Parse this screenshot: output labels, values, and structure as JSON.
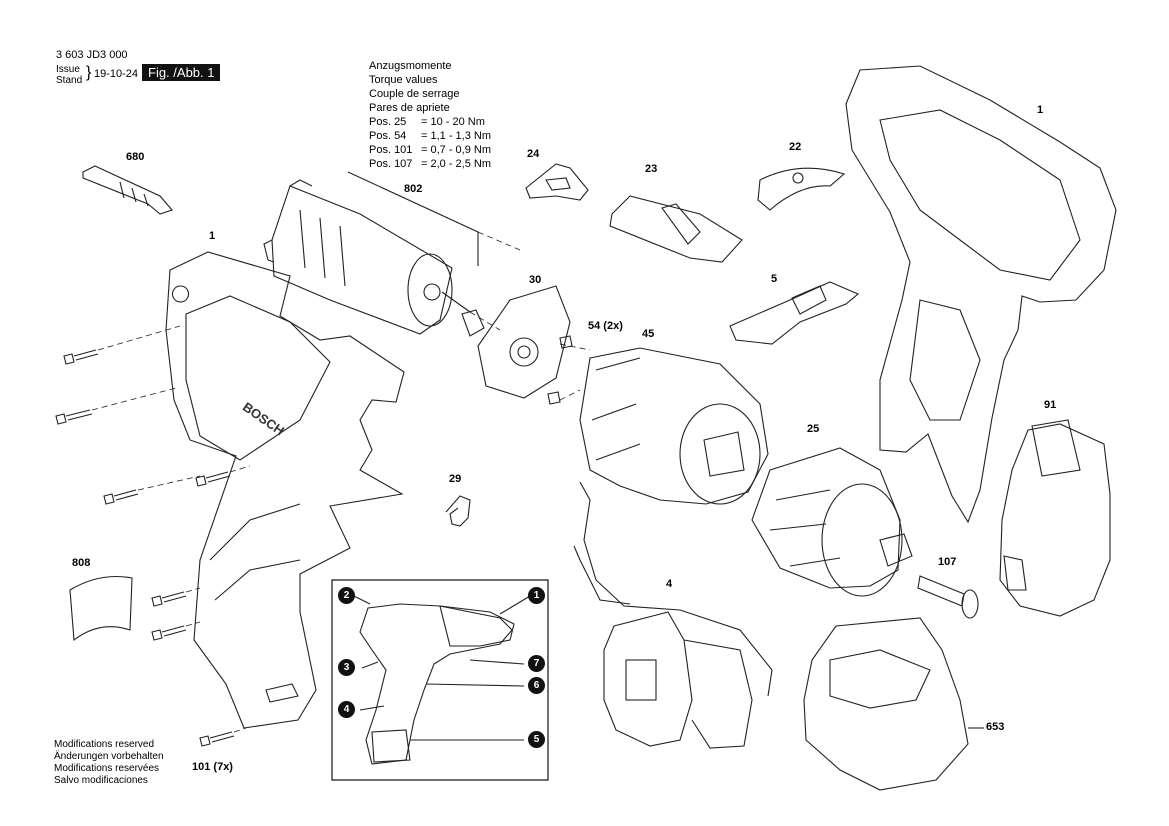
{
  "header": {
    "part_no": "3 603 JD3 000",
    "issue_label": "Issue",
    "stand_label": "Stand",
    "date": "19-10-24",
    "figure": "Fig. /Abb. 1"
  },
  "torque": {
    "lines": [
      "Anzugsmomente",
      "Torque values",
      "Couple de serrage",
      "Pares de apriete"
    ],
    "values": [
      {
        "pos": "Pos. 25",
        "val": "= 10 - 20 Nm"
      },
      {
        "pos": "Pos. 54",
        "val": "= 1,1 - 1,3 Nm"
      },
      {
        "pos": "Pos. 101",
        "val": "= 0,7 - 0,9 Nm"
      },
      {
        "pos": "Pos. 107",
        "val": "= 2,0 - 2,5 Nm"
      }
    ]
  },
  "footer": [
    "Modifications reserved",
    "Änderungen vorbehalten",
    "Modifications reservées",
    "Salvo modificaciones"
  ],
  "parts": {
    "p680": "680",
    "p802": "802",
    "p1a": "1",
    "p24": "24",
    "p23": "23",
    "p22": "22",
    "p1b": "1",
    "p30": "30",
    "p54": "54 (2x)",
    "p45": "45",
    "p5": "5",
    "p29": "29",
    "p25": "25",
    "p91": "91",
    "p808": "808",
    "p107": "107",
    "p4": "4",
    "p653": "653",
    "p101": "101 (7x)"
  },
  "brand": "BOSCH",
  "inset_badges": [
    "1",
    "2",
    "3",
    "4",
    "5",
    "6",
    "7"
  ]
}
